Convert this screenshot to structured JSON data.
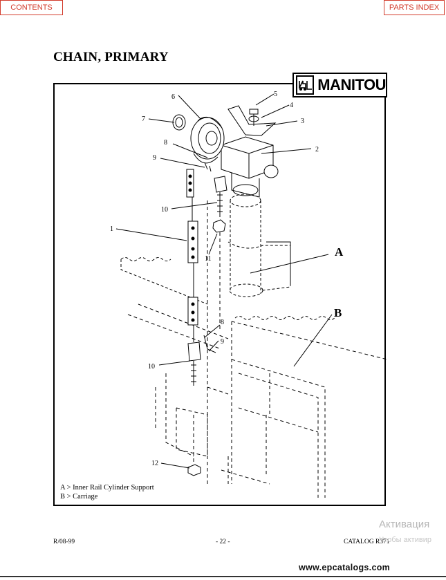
{
  "nav": {
    "contents": "CONTENTS",
    "parts_index": "PARTS INDEX"
  },
  "title": "CHAIN, PRIMARY",
  "brand": {
    "logo_text": "MANITOU"
  },
  "callouts": [
    "1",
    "2",
    "3",
    "4",
    "5",
    "6",
    "7",
    "8",
    "9",
    "10",
    "11",
    "8",
    "9",
    "10",
    "12"
  ],
  "views": [
    "A",
    "B"
  ],
  "legend": [
    "A > Inner Rail Cylinder Support",
    "B > Carriage"
  ],
  "footer": {
    "left": "R/08-99",
    "center": "- 22 -",
    "right": "CATALOG R371"
  },
  "watermark": {
    "line1": "Активация",
    "line2": "Чтобы активир"
  },
  "site": "www.epcatalogs.com",
  "colors": {
    "nav_border": "#d23a2a",
    "nav_text": "#d23a2a"
  }
}
